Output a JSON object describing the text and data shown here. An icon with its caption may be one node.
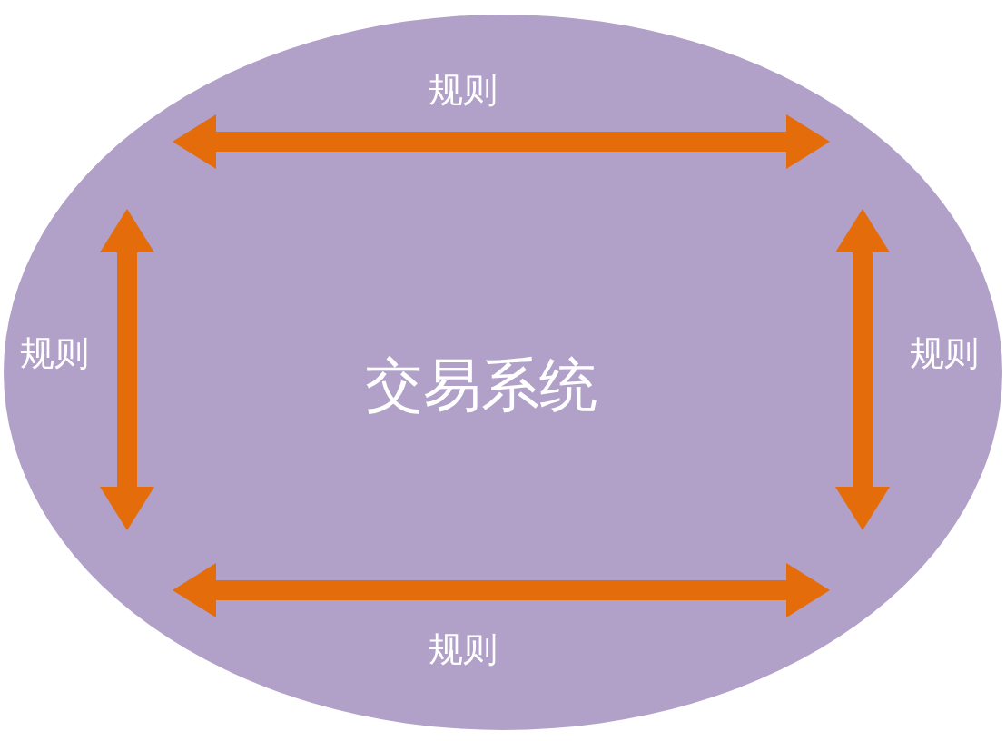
{
  "diagram": {
    "nodes": [
      {
        "text": [
          "交易系统"
        ]
      }
    ],
    "labels": [
      "规则",
      "规则",
      "规则",
      "规则"
    ]
  }
}
